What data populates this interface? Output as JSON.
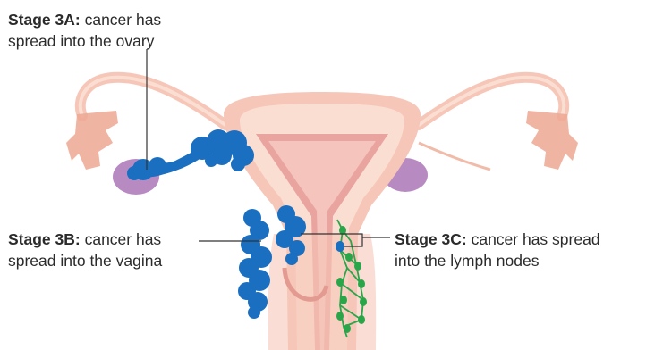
{
  "labels": {
    "stage_3a": {
      "title": "Stage 3A:",
      "line1_rest": " cancer has",
      "line2": "spread into the ovary"
    },
    "stage_3b": {
      "title": "Stage 3B:",
      "line1_rest": " cancer has",
      "line2": "spread into the vagina"
    },
    "stage_3c": {
      "title": "Stage 3C:",
      "line1_rest": " cancer has spread",
      "line2": "into the lymph nodes"
    }
  },
  "colors": {
    "uterus_outer": "#f6c7b8",
    "uterus_inner": "#fbded2",
    "lining": "#e9a4a0",
    "cavity": "#f4c4bd",
    "ovary": "#b88ac2",
    "fimbriae": "#eda793",
    "tumour": "#1a6fc0",
    "lymph": "#2aa64a",
    "leader_line": "#333333"
  }
}
